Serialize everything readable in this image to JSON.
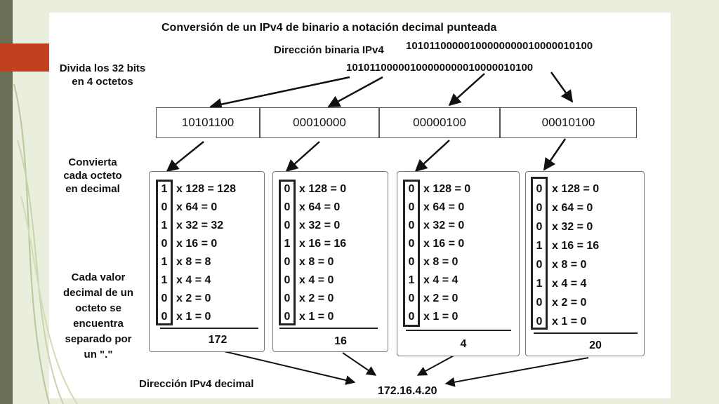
{
  "title": "Conversión de un IPv4 de binario a notación decimal punteada",
  "binary_label": "Dirección binaria IPv4",
  "binary_value": "10101100000100000000010000010100",
  "binary_value_plain": "10101100000100000000010000010100",
  "steps": {
    "divide": "Divida los 32 bits en 4 octetos",
    "divide_l1": "Divida los 32 bits",
    "divide_l2": "en 4 octetos",
    "convert_l1": "Convierta",
    "convert_l2": "cada octeto",
    "convert_l3": "en decimal",
    "sep_l1": "Cada valor",
    "sep_l2": "decimal de un",
    "sep_l3": "octeto se",
    "sep_l4": "encuentra",
    "sep_l5": "separado por",
    "sep_l6": "un \".\""
  },
  "octets": [
    {
      "binary": "10101100",
      "bits": [
        "1",
        "0",
        "1",
        "0",
        "1",
        "1",
        "0",
        "0"
      ],
      "terms": [
        "x 128 = 128",
        "x 64 = 0",
        "x 32 = 32",
        "x 16 = 0",
        "x 8 = 8",
        "x 4 = 4",
        "x 2 = 0",
        "x 1 = 0"
      ],
      "decimal": "172"
    },
    {
      "binary": "00010000",
      "bits": [
        "0",
        "0",
        "0",
        "1",
        "0",
        "0",
        "0",
        "0"
      ],
      "terms": [
        "x 128 = 0",
        "x 64 = 0",
        "x 32 = 0",
        "x 16 = 16",
        "x 8 = 0",
        "x 4 = 0",
        "x 2 = 0",
        "x 1 = 0"
      ],
      "decimal": "16"
    },
    {
      "binary": "00000100",
      "bits": [
        "0",
        "0",
        "0",
        "0",
        "0",
        "1",
        "0",
        "0"
      ],
      "terms": [
        "x 128 = 0",
        "x 64 = 0",
        "x 32 = 0",
        "x 16 = 0",
        "x 8 = 0",
        "x 4 = 4",
        "x 2 = 0",
        "x 1 = 0"
      ],
      "decimal": "4"
    },
    {
      "binary": "00010100",
      "bits": [
        "0",
        "0",
        "0",
        "1",
        "0",
        "1",
        "0",
        "0"
      ],
      "terms": [
        "x 128 = 0",
        "x 64 = 0",
        "x 32 = 0",
        "x 16 = 16",
        "x 8 = 0",
        "x 4 = 4",
        "x 2 = 0",
        "x 1 = 0"
      ],
      "decimal": "20"
    }
  ],
  "result_label": "Dirección IPv4 decimal",
  "result_value": "172.16.4.20",
  "colors": {
    "background": "#e9eedd",
    "accent": "#c0401f",
    "sidebar": "#6b6d54"
  }
}
